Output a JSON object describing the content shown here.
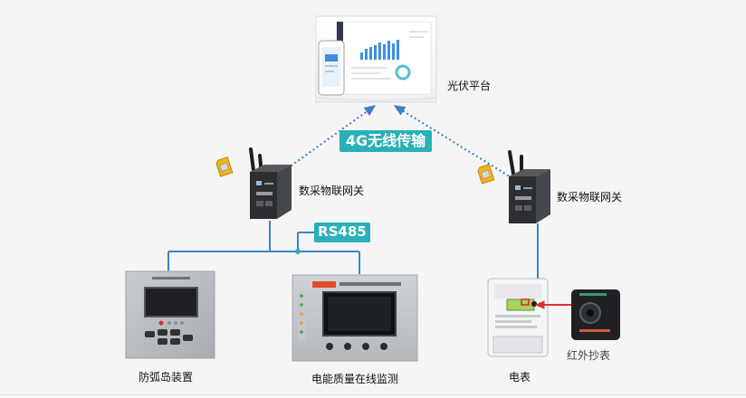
{
  "colors": {
    "accent": "#2ab0b8",
    "line_blue": "#3a85c7",
    "dotted_blue": "#3f7fc4",
    "arrow_red": "#d9342b"
  },
  "nodes": {
    "platform": {
      "label": "光伏平台",
      "icon": "monitor-dashboard-and-phone"
    },
    "gateway_left": {
      "label": "数采物联网关",
      "icon": "router-with-antennas"
    },
    "gateway_right": {
      "label": "数采物联网关",
      "icon": "router-with-antennas"
    },
    "anti_island": {
      "label": "防弧岛装置",
      "icon": "control-panel"
    },
    "power_quality": {
      "label": "电能质量在线监测",
      "icon": "monitor-panel"
    },
    "meter": {
      "label": "电表",
      "icon": "electric-meter"
    },
    "ir_reader": {
      "label": "红外抄表",
      "icon": "infrared-reader"
    }
  },
  "links": {
    "wireless": {
      "label": "4G无线传输"
    },
    "bus": {
      "label": "RS485"
    }
  }
}
